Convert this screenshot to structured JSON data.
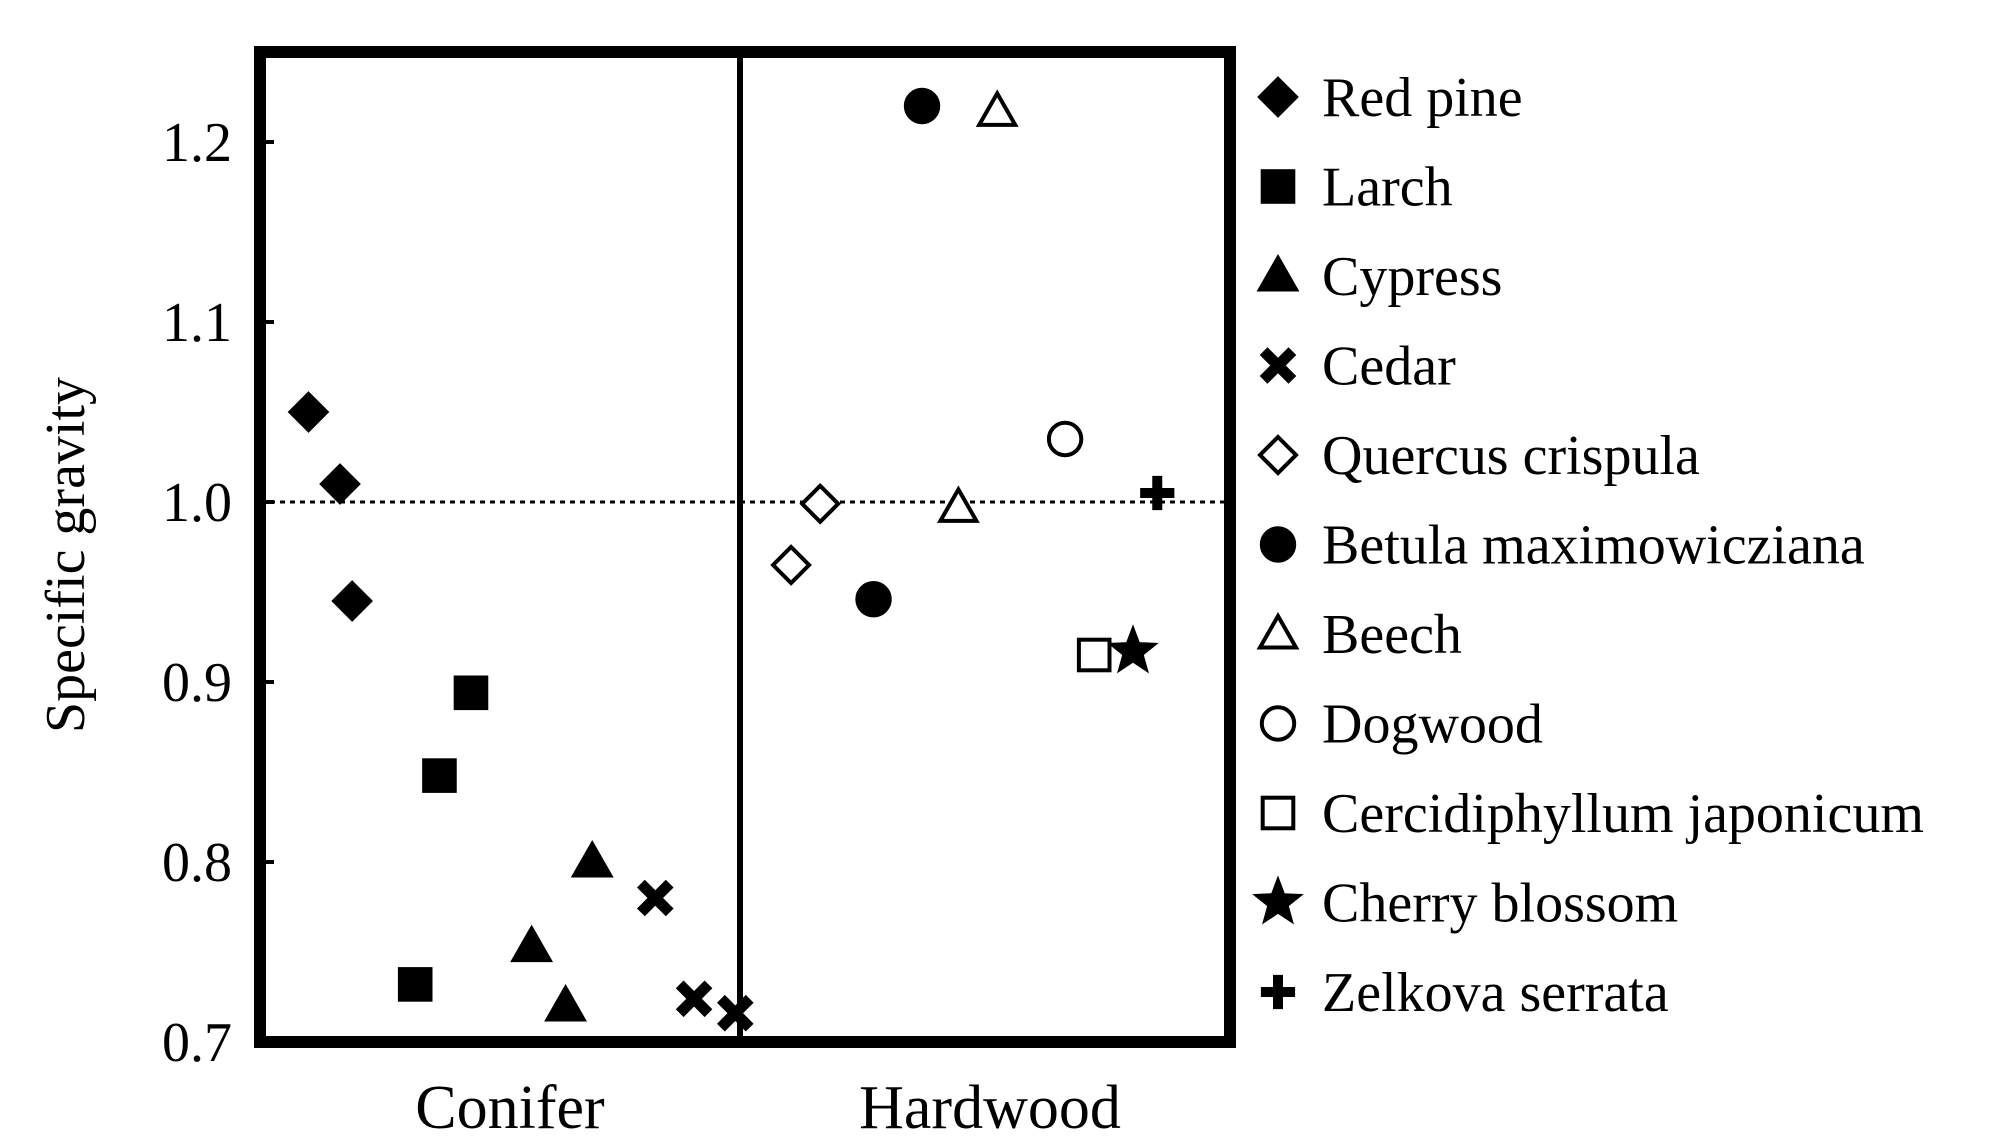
{
  "chart_data": {
    "type": "scatter",
    "title": "",
    "xlabel": "",
    "ylabel": "Specific gravity",
    "ylim": [
      0.7,
      1.25
    ],
    "yticks": [
      0.7,
      0.8,
      0.9,
      1.0,
      1.1,
      1.2
    ],
    "ytick_labels": [
      "0.7",
      "0.8",
      "0.9",
      "1.0",
      "1.1",
      "1.2"
    ],
    "groups": [
      "Conifer",
      "Hardwood"
    ],
    "reference_line": 1.0,
    "grid": false,
    "legend_position": "right",
    "series": [
      {
        "name": "Red pine",
        "marker": "diamond",
        "filled": true,
        "group": "Conifer",
        "points": [
          {
            "x": 0.1,
            "y": 1.05
          },
          {
            "x": 0.165,
            "y": 1.01
          },
          {
            "x": 0.19,
            "y": 0.945
          }
        ]
      },
      {
        "name": "Larch",
        "marker": "square",
        "filled": true,
        "group": "Conifer",
        "points": [
          {
            "x": 0.435,
            "y": 0.894
          },
          {
            "x": 0.37,
            "y": 0.848
          },
          {
            "x": 0.32,
            "y": 0.732
          }
        ]
      },
      {
        "name": "Cypress",
        "marker": "triangle",
        "filled": true,
        "group": "Conifer",
        "points": [
          {
            "x": 0.685,
            "y": 0.8
          },
          {
            "x": 0.56,
            "y": 0.753
          },
          {
            "x": 0.63,
            "y": 0.72
          }
        ]
      },
      {
        "name": "Cedar",
        "marker": "x",
        "filled": true,
        "group": "Conifer",
        "points": [
          {
            "x": 0.815,
            "y": 0.78
          },
          {
            "x": 0.895,
            "y": 0.724
          },
          {
            "x": 0.98,
            "y": 0.716
          }
        ]
      },
      {
        "name": "Quercus crispula",
        "marker": "diamond",
        "filled": false,
        "group": "Hardwood",
        "points": [
          {
            "x": 1.095,
            "y": 0.965
          },
          {
            "x": 1.155,
            "y": 0.999
          }
        ]
      },
      {
        "name": "Betula maximowicziana",
        "marker": "circle",
        "filled": true,
        "group": "Hardwood",
        "points": [
          {
            "x": 1.365,
            "y": 1.22
          },
          {
            "x": 1.265,
            "y": 0.946
          }
        ]
      },
      {
        "name": "Beech",
        "marker": "triangle",
        "filled": false,
        "group": "Hardwood",
        "points": [
          {
            "x": 1.52,
            "y": 1.217
          },
          {
            "x": 1.44,
            "y": 0.997
          }
        ]
      },
      {
        "name": "Dogwood",
        "marker": "circle",
        "filled": false,
        "group": "Hardwood",
        "points": [
          {
            "x": 1.66,
            "y": 1.035
          }
        ]
      },
      {
        "name": "Cercidiphyllum japonicum",
        "marker": "square",
        "filled": false,
        "group": "Hardwood",
        "points": [
          {
            "x": 1.72,
            "y": 0.915
          }
        ]
      },
      {
        "name": "Cherry blossom",
        "marker": "star",
        "filled": true,
        "group": "Hardwood",
        "points": [
          {
            "x": 1.8,
            "y": 0.917
          }
        ]
      },
      {
        "name": "Zelkova serrata",
        "marker": "plus",
        "filled": true,
        "group": "Hardwood",
        "points": [
          {
            "x": 1.85,
            "y": 1.005
          }
        ]
      }
    ],
    "legend_labels": [
      "Red pine",
      "Larch",
      "Cypress",
      "Cedar",
      "Quercus crispula",
      "Betula maximowicziana",
      "Beech",
      "Dogwood",
      "Cercidiphyllum japonicum",
      "Cherry blossom",
      "Zelkova serrata"
    ],
    "colors": {
      "marker": "#000000",
      "frame": "#000000",
      "background": "#ffffff"
    }
  }
}
